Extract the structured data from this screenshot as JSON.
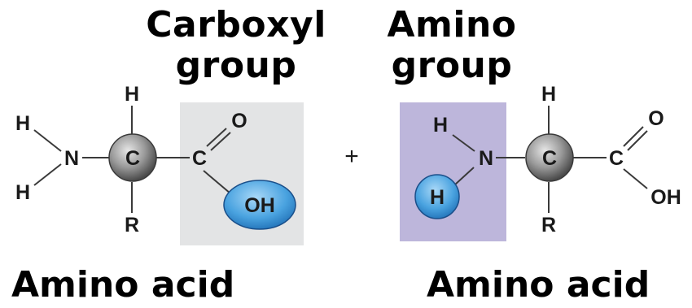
{
  "labels": {
    "carboxyl_line1": "Carboxyl",
    "carboxyl_line2": "group",
    "amino_line1": "Amino",
    "amino_line2": "group",
    "left_caption": "Amino acid",
    "right_caption": "Amino acid",
    "plus": "+"
  },
  "left_molecule": {
    "h_top": "H",
    "h_upper_left": "H",
    "n": "N",
    "h_lower_left": "H",
    "c_alpha": "C",
    "r": "R",
    "c_carboxyl": "C",
    "o": "O",
    "oh": "OH"
  },
  "right_molecule": {
    "h_amino": "H",
    "n": "N",
    "h_highlight": "H",
    "h_top": "H",
    "c_alpha": "C",
    "r": "R",
    "c_carboxyl": "C",
    "o": "O",
    "oh": "OH"
  },
  "colors": {
    "carboxyl_box": "#e3e4e5",
    "amino_box": "#bdb6db",
    "highlight_ellipse": "#5aaee6",
    "alpha_carbon": "#8c8c8c"
  }
}
